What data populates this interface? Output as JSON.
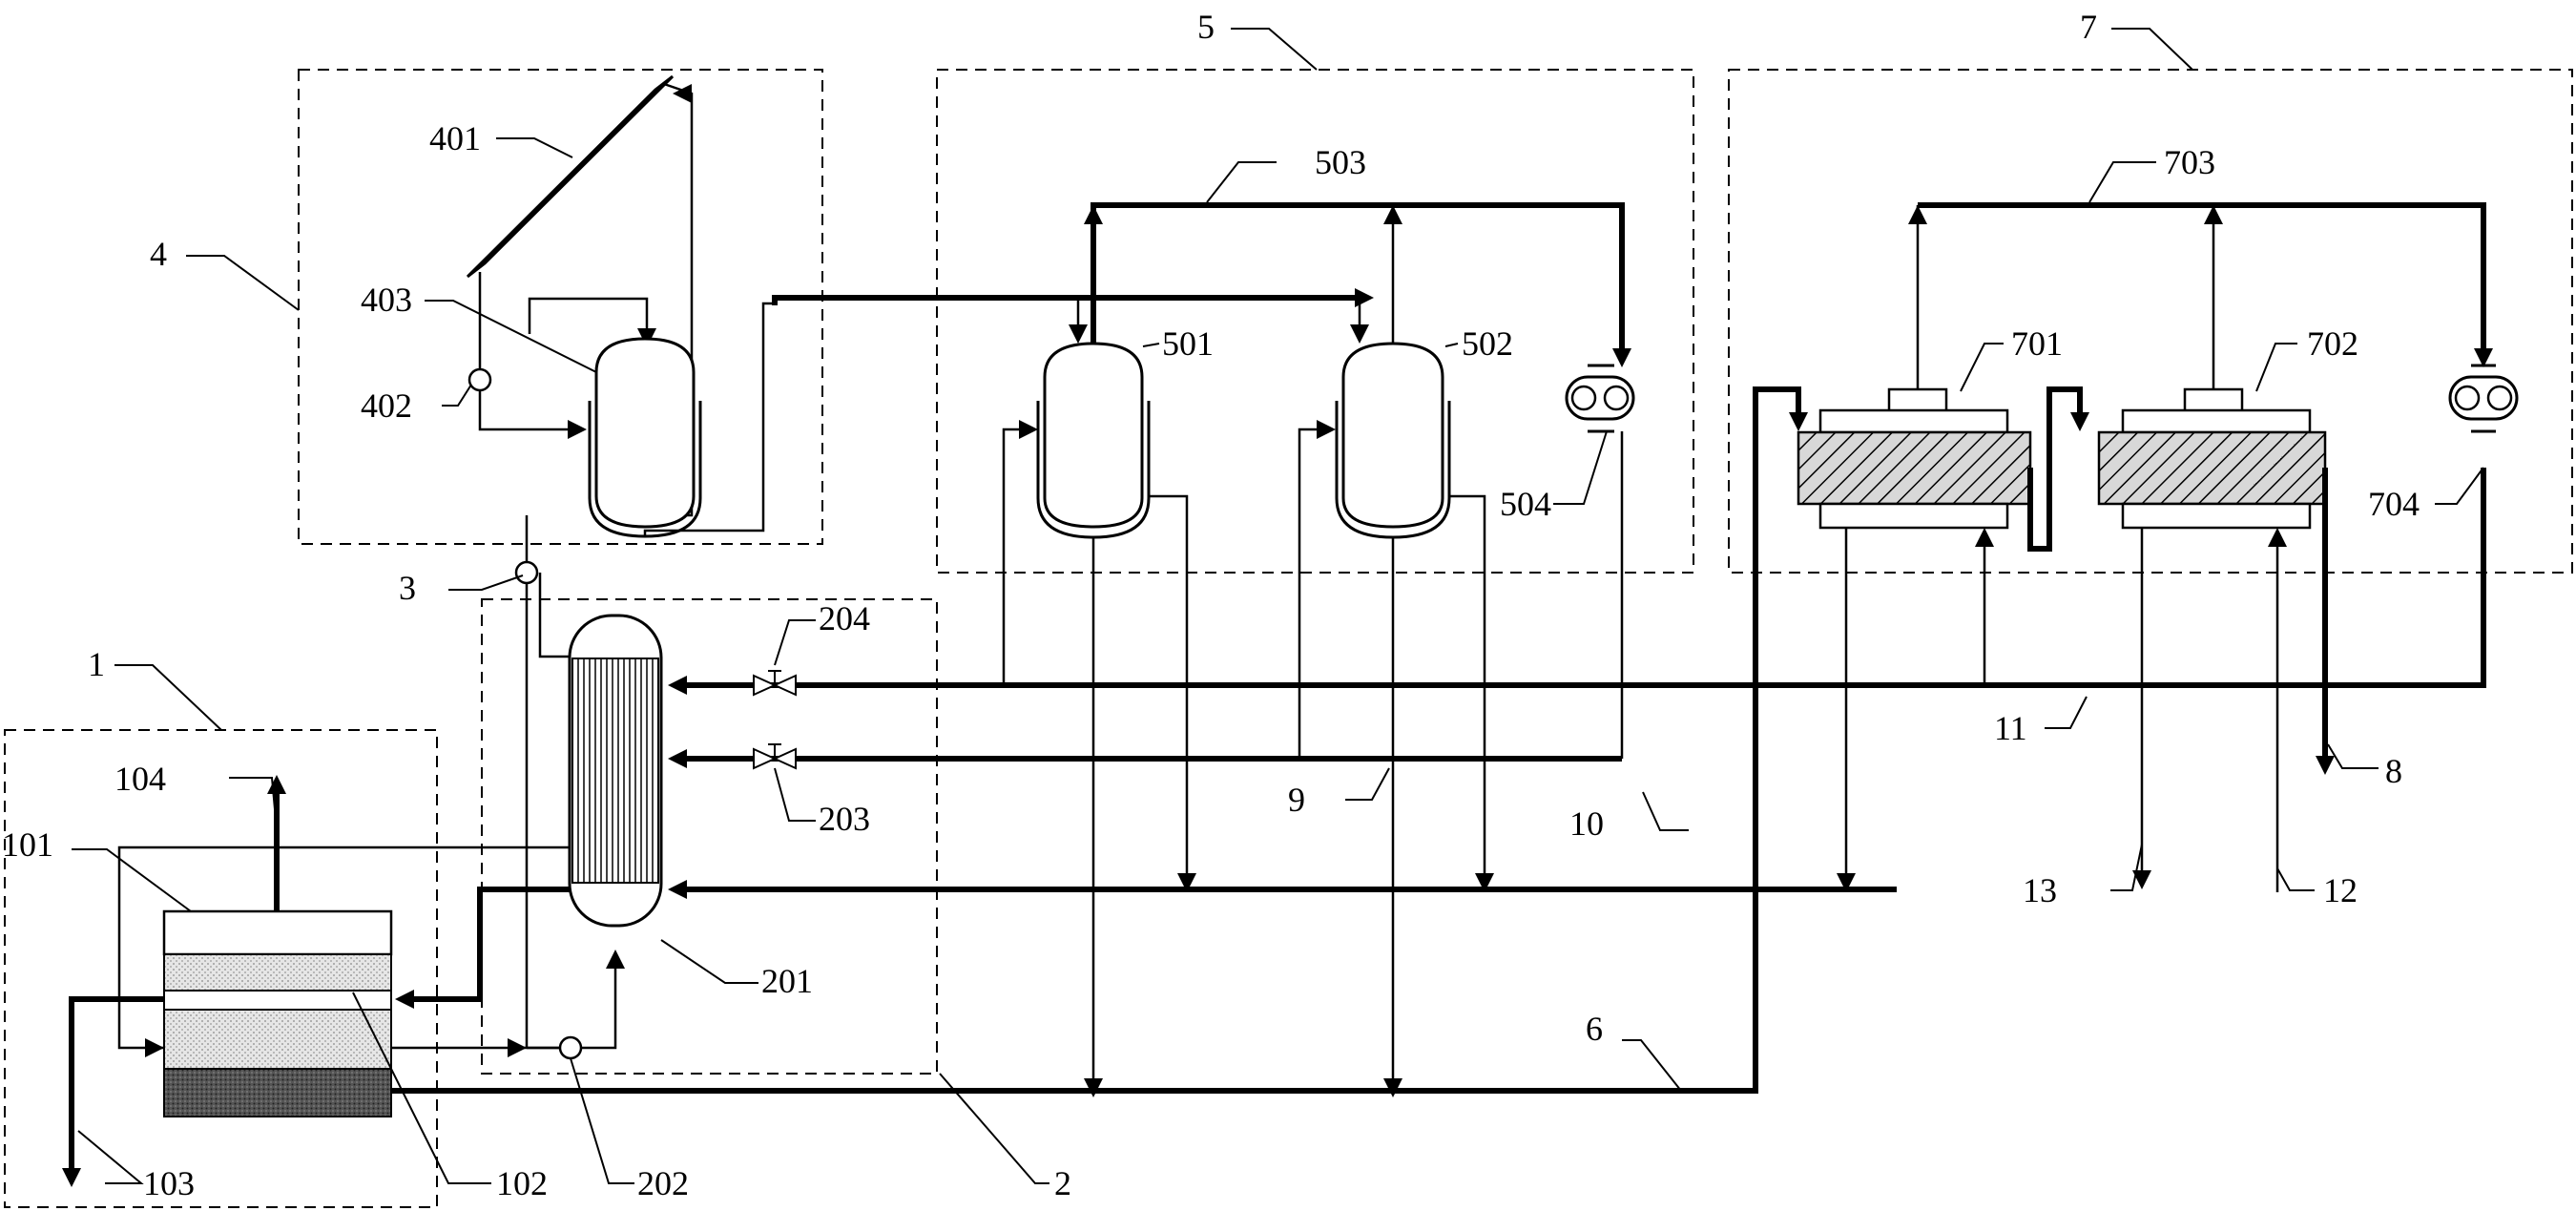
{
  "labels": {
    "l1": "1",
    "l101": "101",
    "l102": "102",
    "l103": "103",
    "l104": "104",
    "l2": "2",
    "l201": "201",
    "l202": "202",
    "l203": "203",
    "l204": "204",
    "l3": "3",
    "l4": "4",
    "l401": "401",
    "l402": "402",
    "l403": "403",
    "l5": "5",
    "l501": "501",
    "l502": "502",
    "l503": "503",
    "l504": "504",
    "l6": "6",
    "l7": "7",
    "l701": "701",
    "l702": "702",
    "l703": "703",
    "l704": "704",
    "l8": "8",
    "l9": "9",
    "l10": "10",
    "l11": "11",
    "l12": "12",
    "l13": "13"
  }
}
